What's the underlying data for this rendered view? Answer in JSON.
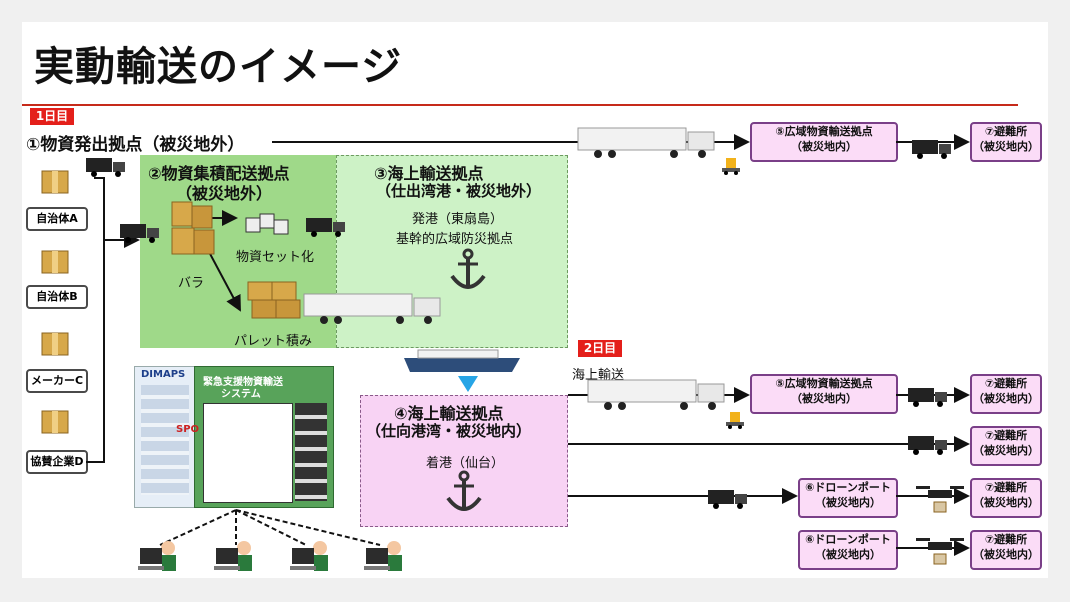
{
  "title": "実動輸送のイメージ",
  "day1": "1日目",
  "day2": "2日目",
  "origin_label": "①物資発出拠点（被災地外）",
  "sources": [
    "自治体A",
    "自治体B",
    "メーカーC",
    "協賛企業D"
  ],
  "hub2": {
    "line1": "②物資集積配送拠点",
    "line2": "（被災地外）",
    "bara": "バラ",
    "setka": "物資セット化",
    "pallet": "パレット積み"
  },
  "hub3": {
    "line1": "③海上輸送拠点",
    "line2": "（仕出湾港・被災地外）",
    "port1": "発港（東扇島）",
    "port2": "基幹的広域防災拠点"
  },
  "hub4": {
    "line1": "④海上輸送拠点",
    "line2": "（仕向港湾・被災地内）",
    "port": "着港（仙台）"
  },
  "sea_label": "海上輸送",
  "box5": {
    "line1": "⑤広域物資輸送拠点",
    "line2": "（被災地内）"
  },
  "box6": {
    "line1": "⑥ドローンポート",
    "line2": "（被災地内）"
  },
  "box7": {
    "line1": "⑦避難所",
    "line2": "（被災地内）"
  },
  "dimaps": {
    "logo": "DIMAPS",
    "system_title1": "緊急支援物資輸送",
    "system_title2": "システム",
    "spo": "SPO"
  }
}
